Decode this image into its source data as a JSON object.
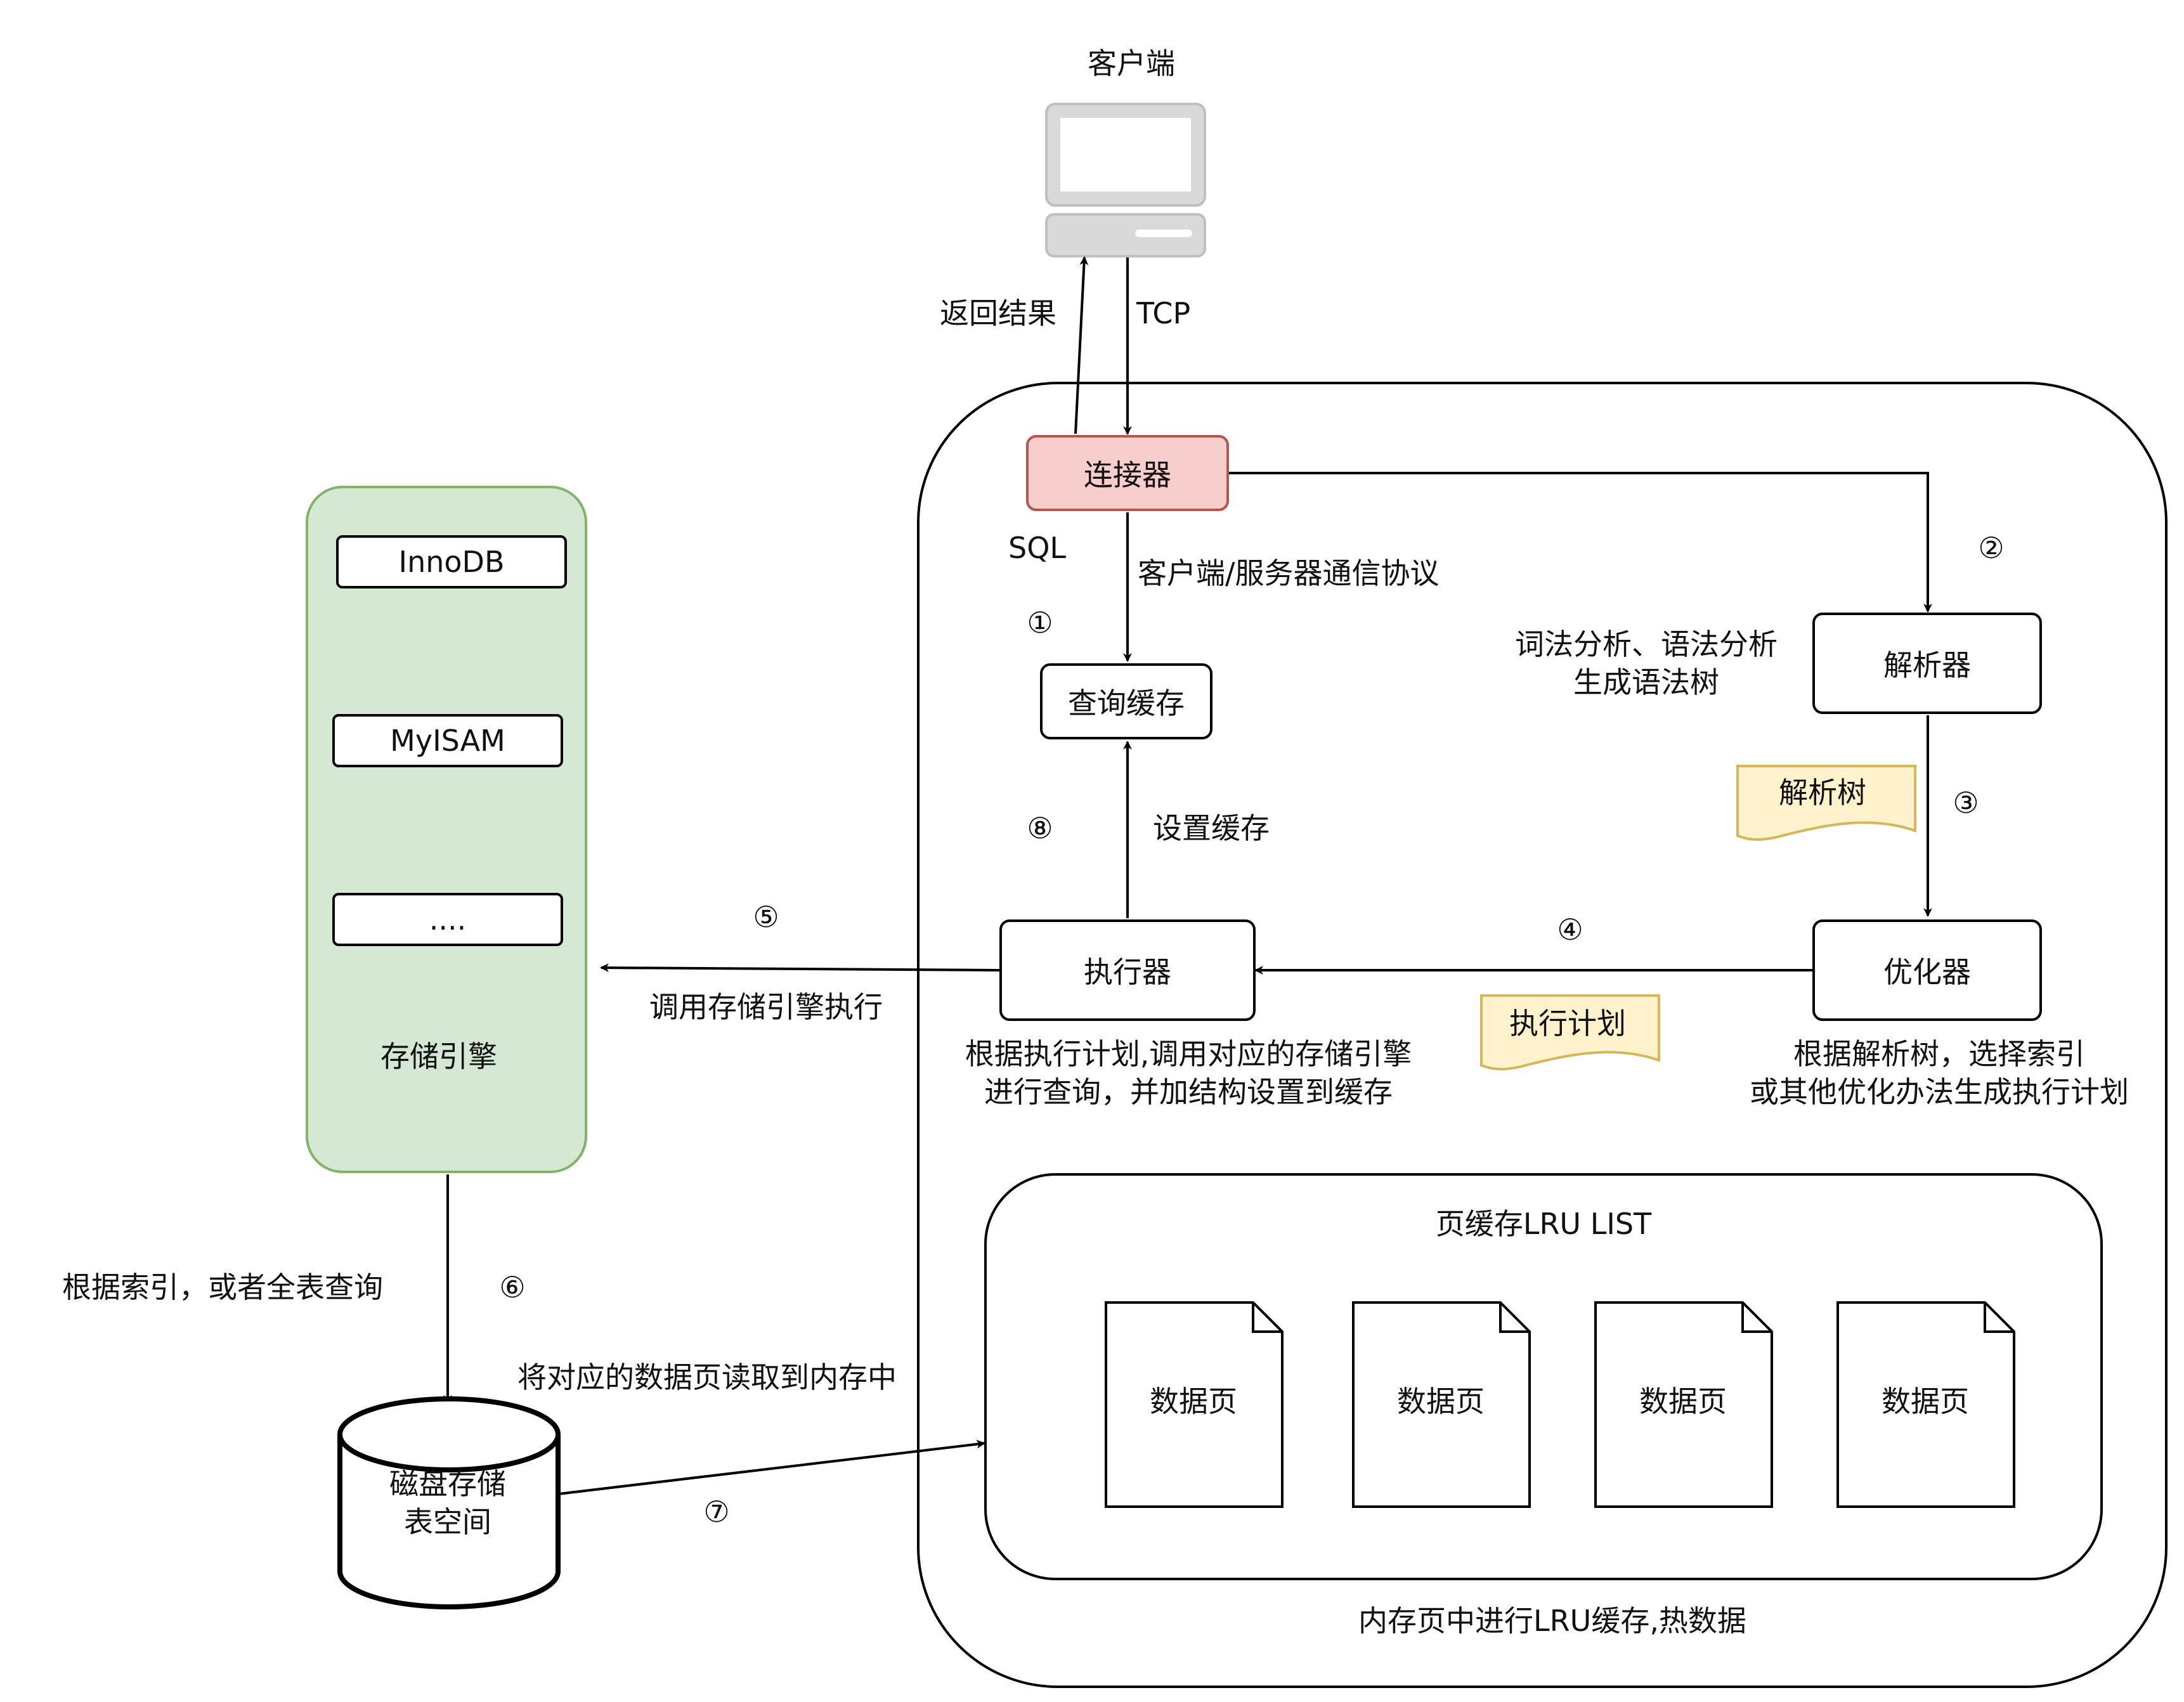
{
  "client": {
    "label": "客户端"
  },
  "edges": {
    "return_result": "返回结果",
    "tcp": "TCP",
    "sql": "SQL",
    "protocol": "客户端/服务器通信协议",
    "lexical": "词法分析、语法分析",
    "gen_tree": "生成语法树",
    "set_cache": "设置缓存",
    "call_engine": "调用存储引擎执行",
    "by_index": "根据索引，或者全表查询",
    "read_pages": "将对应的数据页读取到内存中"
  },
  "nodes": {
    "connector": "连接器",
    "query_cache": "查询缓存",
    "parser": "解析器",
    "optimizer": "优化器",
    "executor": "执行器"
  },
  "docs": {
    "parse_tree": "解析树",
    "exec_plan": "执行计划"
  },
  "executor_desc": {
    "line1": "根据执行计划,调用对应的存储引擎",
    "line2": "进行查询，并加结构设置到缓存"
  },
  "optimizer_desc": {
    "line1": "根据解析树，选择索引",
    "line2": "或其他优化办法生成执行计划"
  },
  "engine": {
    "items": [
      "InnoDB",
      "MyISAM",
      "...."
    ],
    "label": "存储引擎"
  },
  "disk": {
    "line1": "磁盘存储",
    "line2": "表空间"
  },
  "buffer": {
    "title": "页缓存LRU LIST",
    "pages": [
      "数据页",
      "数据页",
      "数据页",
      "数据页"
    ],
    "footer": "内存页中进行LRU缓存,热数据"
  },
  "steps": [
    "①",
    "②",
    "③",
    "④",
    "⑤",
    "⑥",
    "⑦",
    "⑧"
  ],
  "colors": {
    "connector_fill": "#f8cecc",
    "connector_stroke": "#b85450",
    "engine_fill": "#d5e8d4",
    "engine_stroke": "#82b366",
    "note_fill": "#fff2cc",
    "note_stroke": "#d6b656"
  }
}
